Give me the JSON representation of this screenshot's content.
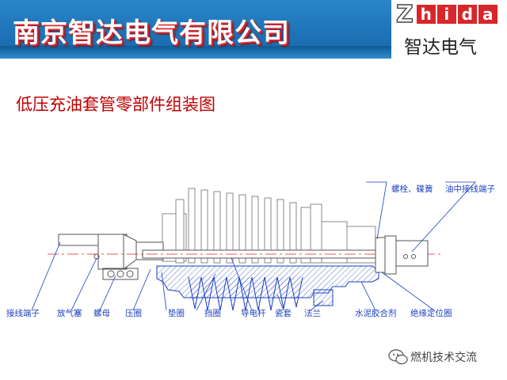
{
  "header": {
    "company_name": "南京智达电气有限公司",
    "logo_letters": [
      "h",
      "i",
      "d",
      "a"
    ],
    "logo_initial": "Z",
    "logo_chinese": "智达电气",
    "brand_color": "#d8262b",
    "header_color": "#1e74b8"
  },
  "slide": {
    "title": "低压充油套管零部件组装图",
    "title_color": "#c00000"
  },
  "diagram": {
    "line_color": "#1a3fc0",
    "callouts_bottom": [
      "接线端子",
      "放气塞",
      "螺母",
      "压圈",
      "垫圈",
      "挡圈",
      "导电杆",
      "瓷套",
      "法兰",
      "水泥胶合剂",
      "绝缘定位圈"
    ],
    "callouts_top": [
      "螺栓、碟簧",
      "油中接线端子"
    ]
  },
  "watermark": {
    "text": "燃机技术交流",
    "icon": "wechat-icon"
  }
}
